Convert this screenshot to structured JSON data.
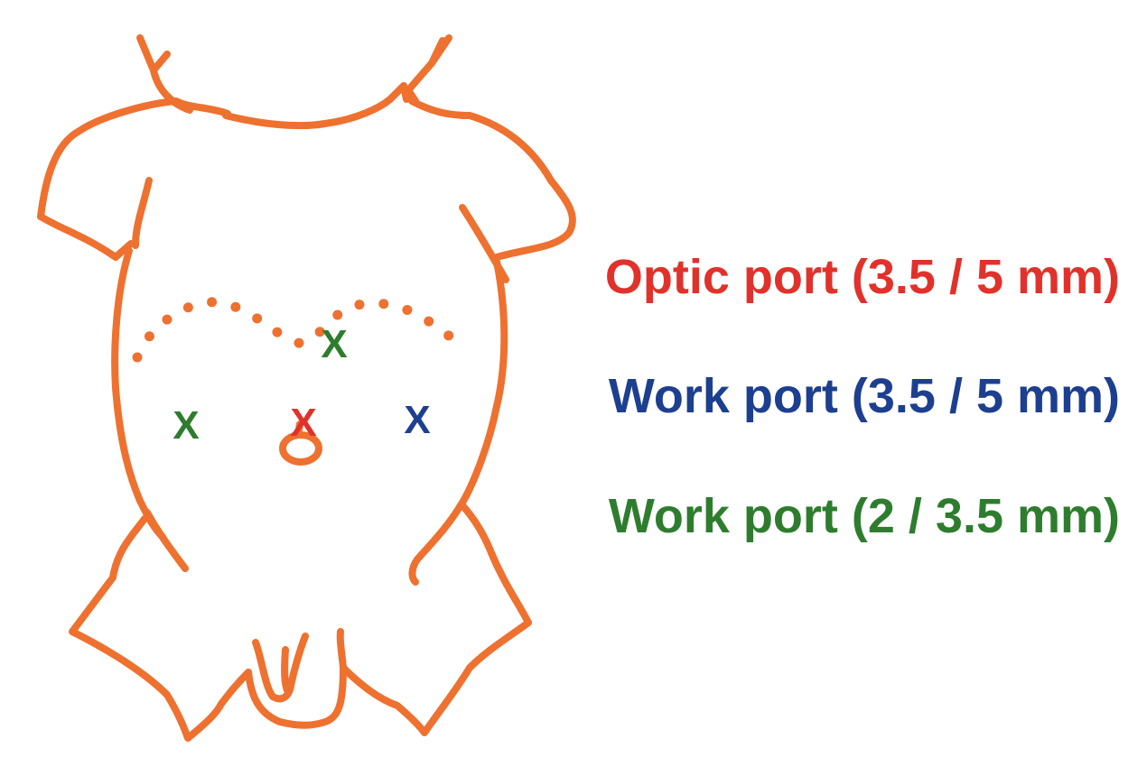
{
  "colors": {
    "outline": "#EE7130",
    "optic": "#E0322B",
    "work_large": "#1D3F8F",
    "work_small": "#2E7D2E"
  },
  "markers": [
    {
      "label": "X",
      "port": "work_small"
    },
    {
      "label": "X",
      "port": "optic"
    },
    {
      "label": "X",
      "port": "work_large"
    },
    {
      "label": "X",
      "port": "work_small"
    }
  ],
  "legend": [
    {
      "label": "Optic port (3.5 / 5 mm)",
      "port": "optic"
    },
    {
      "label": "Work port (3.5 / 5 mm)",
      "port": "work_large"
    },
    {
      "label": "Work port (2 / 3.5 mm)",
      "port": "work_small"
    }
  ]
}
